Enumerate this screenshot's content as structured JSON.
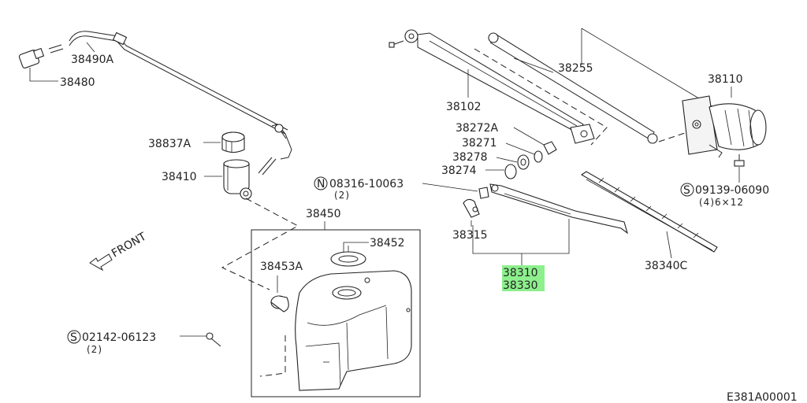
{
  "labels": {
    "p38490a": "38490A",
    "p38480": "38480",
    "p38837a": "38837A",
    "p38410": "38410",
    "p38450": "38450",
    "p38452": "38452",
    "p38453a": "38453A",
    "p02142": "02142-06123",
    "p02142_qty": "(2)",
    "p08316": "08316-10063",
    "p08316_qty": "(2)",
    "p38102": "38102",
    "p38255": "38255",
    "p38110": "38110",
    "p38272a": "38272A",
    "p38271": "38271",
    "p38278": "38278",
    "p38274": "38274",
    "p38315": "38315",
    "p38310": "38310",
    "p38330": "38330",
    "p38340c": "38340C",
    "p09139": "09139-06090",
    "p09139_qty": "(4)6×12",
    "front": "FRONT",
    "diagram_id": "E381A00001"
  },
  "badges": {
    "S": "S",
    "N": "N"
  },
  "highlight_color": "#8df08d"
}
